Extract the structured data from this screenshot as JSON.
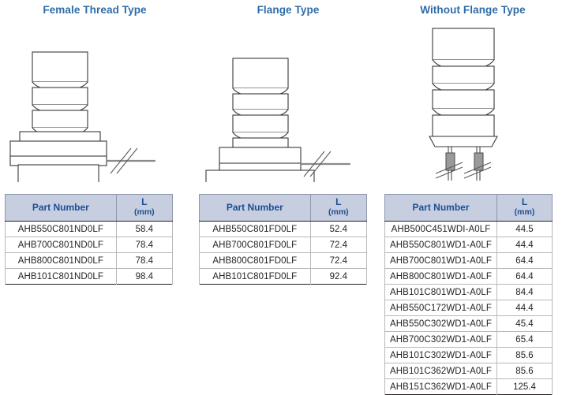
{
  "sections": [
    {
      "title": "Female Thread Type",
      "drawing": "female-thread-type-sensor-drawing",
      "table": {
        "columns": [
          "Part Number",
          "L",
          "(mm)"
        ],
        "col_header_main": "L",
        "col_header_unit": "(mm)",
        "rows": [
          {
            "part_number": "AHB550C801ND0LF",
            "length_mm": "58.4"
          },
          {
            "part_number": "AHB700C801ND0LF",
            "length_mm": "78.4"
          },
          {
            "part_number": "AHB800C801ND0LF",
            "length_mm": "78.4"
          },
          {
            "part_number": "AHB101C801ND0LF",
            "length_mm": "98.4"
          }
        ]
      }
    },
    {
      "title": "Flange Type",
      "drawing": "flange-type-sensor-drawing",
      "table": {
        "columns": [
          "Part Number",
          "L",
          "(mm)"
        ],
        "col_header_main": "L",
        "col_header_unit": "(mm)",
        "rows": [
          {
            "part_number": "AHB550C801FD0LF",
            "length_mm": "52.4"
          },
          {
            "part_number": "AHB700C801FD0LF",
            "length_mm": "72.4"
          },
          {
            "part_number": "AHB800C801FD0LF",
            "length_mm": "72.4"
          },
          {
            "part_number": "AHB101C801FD0LF",
            "length_mm": "92.4"
          }
        ]
      }
    },
    {
      "title": "Without Flange Type",
      "drawing": "without-flange-type-sensor-drawing",
      "table": {
        "columns": [
          "Part Number",
          "L",
          "(mm)"
        ],
        "col_header_main": "L",
        "col_header_unit": "(mm)",
        "rows": [
          {
            "part_number": "AHB500C451WDI-A0LF",
            "length_mm": "44.5"
          },
          {
            "part_number": "AHB550C801WD1-A0LF",
            "length_mm": "44.4"
          },
          {
            "part_number": "AHB700C801WD1-A0LF",
            "length_mm": "64.4"
          },
          {
            "part_number": "AHB800C801WD1-A0LF",
            "length_mm": "64.4"
          },
          {
            "part_number": "AHB101C801WD1-A0LF",
            "length_mm": "84.4"
          },
          {
            "part_number": "AHB550C172WD1-A0LF",
            "length_mm": "44.4"
          },
          {
            "part_number": "AHB550C302WD1-A0LF",
            "length_mm": "45.4"
          },
          {
            "part_number": "AHB700C302WD1-A0LF",
            "length_mm": "65.4"
          },
          {
            "part_number": "AHB101C302WD1-A0LF",
            "length_mm": "85.6"
          },
          {
            "part_number": "AHB101C362WD1-A0LF",
            "length_mm": "85.6"
          },
          {
            "part_number": "AHB151C362WD1-A0LF",
            "length_mm": "125.4"
          }
        ]
      }
    }
  ],
  "colors": {
    "title_blue": "#2d6ca8",
    "header_fill": "#c6cee0",
    "header_text": "#1c4e93",
    "line": "#231f20",
    "row_divider": "#b8b8b8",
    "lead_gray": "#808080"
  }
}
